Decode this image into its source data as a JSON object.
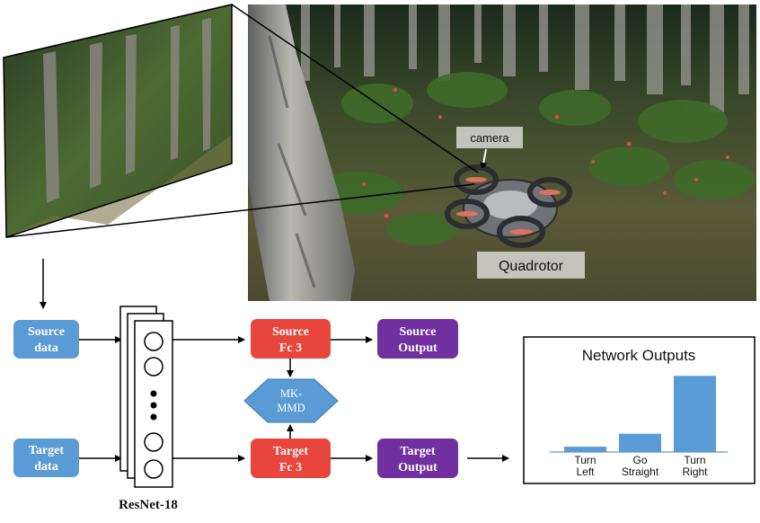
{
  "scene": {
    "camera_label": "camera",
    "drone_label": "Quadrotor"
  },
  "network": {
    "source_data": [
      "Source",
      "data"
    ],
    "target_data": [
      "Target",
      "data"
    ],
    "backbone_label": "ResNet-18",
    "source_fc": [
      "Source",
      "Fc 3"
    ],
    "target_fc": [
      "Target",
      "Fc 3"
    ],
    "mkmmd": [
      "MK-",
      "MMD"
    ],
    "source_output": [
      "Source",
      "Output"
    ],
    "target_output": [
      "Target",
      "Output"
    ]
  },
  "colors": {
    "data_box": "#5b9bd5",
    "fc_box": "#e8453c",
    "output_box": "#7030a0",
    "mkmmd": "#5b9bd5",
    "bar": "#5b9bd5"
  },
  "chart_data": {
    "type": "bar",
    "title": "Network Outputs",
    "categories": [
      [
        "Turn",
        "Left"
      ],
      [
        "Go",
        "Straight"
      ],
      [
        "Turn",
        "Right"
      ]
    ],
    "values": [
      0.07,
      0.24,
      1.0
    ],
    "ylim": [
      0,
      1.05
    ],
    "grid": false,
    "legend": "none"
  }
}
